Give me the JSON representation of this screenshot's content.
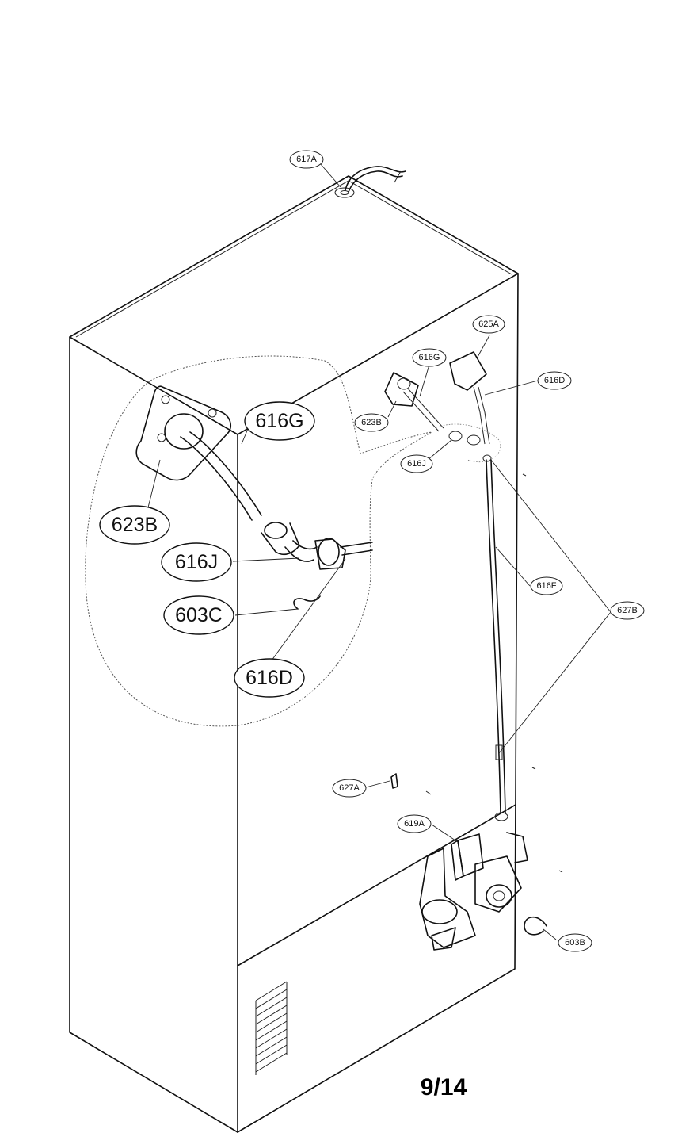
{
  "callouts": {
    "c617A": "617A",
    "c625A": "625A",
    "c616G_small": "616G",
    "c616D_small": "616D",
    "c623B_small": "623B",
    "c616J_small": "616J",
    "c616F": "616F",
    "c627B": "627B",
    "c627A": "627A",
    "c619A": "619A",
    "c603B": "603B",
    "c616G_large": "616G",
    "c623B_large": "623B",
    "c616J_large": "616J",
    "c603C_large": "603C",
    "c616D_large": "616D"
  },
  "page_number": "9/14"
}
